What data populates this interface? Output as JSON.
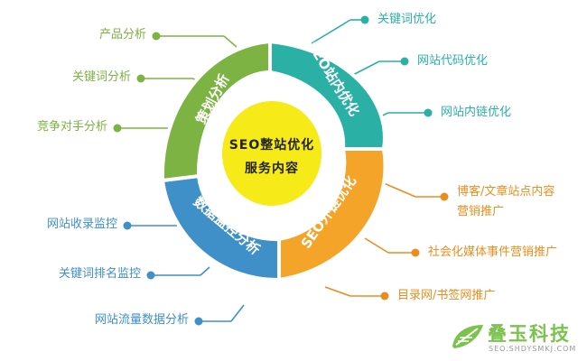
{
  "center": {
    "line1": "SEO整站优化",
    "line2": "服务内容"
  },
  "segments": [
    {
      "id": "strategy",
      "label": "策划分析",
      "color": "#7cb342"
    },
    {
      "id": "onsite",
      "label": "SEO站内优化",
      "color": "#2ab0a5"
    },
    {
      "id": "offsite",
      "label": "SEO外链优化",
      "color": "#f5a42a"
    },
    {
      "id": "monitor",
      "label": "数据监控分析",
      "color": "#3f8fc9"
    }
  ],
  "left_items": {
    "strategy": [
      "产品分析",
      "关键词分析",
      "竞争对手分析"
    ],
    "monitor": [
      "网站收录监控",
      "关键词排名监控",
      "网站流量数据分析"
    ]
  },
  "right_items": {
    "onsite": [
      "关键词优化",
      "网站代码优化",
      "网站内链优化"
    ],
    "offsite": [
      "博客/文章站点内容",
      "营销推广",
      "社会化媒体事件营销推广",
      "目录网/书签网推广"
    ]
  },
  "logo": {
    "name": "叠玉科技",
    "url": "SEO.SHDYSMKJ.COM",
    "icon": "leaf-logo-icon",
    "color": "#7cc24f"
  }
}
